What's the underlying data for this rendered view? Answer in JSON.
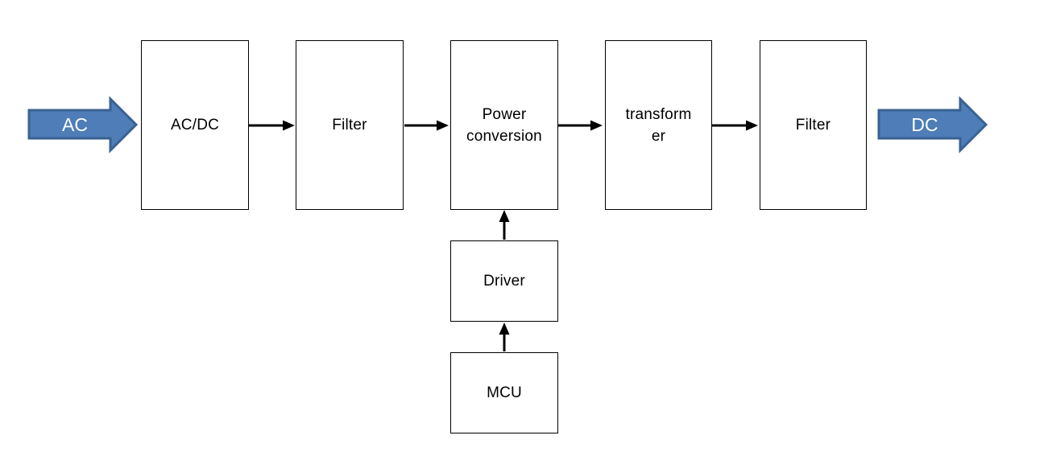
{
  "diagram": {
    "type": "block-diagram",
    "flow_blocks": [
      {
        "id": "ac-dc",
        "label": "AC/DC",
        "lines": [
          "AC/DC",
          ""
        ]
      },
      {
        "id": "filter-input",
        "label": "Filter",
        "lines": [
          "Filter",
          ""
        ]
      },
      {
        "id": "power-conversion",
        "label": "Power conversion",
        "lines": [
          "Power",
          "conversion"
        ]
      },
      {
        "id": "transformer",
        "label": "transformer",
        "lines": [
          "transform",
          "er"
        ]
      },
      {
        "id": "filter-output",
        "label": "Filter",
        "lines": [
          "Filter",
          ""
        ]
      }
    ],
    "control_blocks": [
      {
        "id": "driver",
        "label": "Driver",
        "lines": [
          "Driver"
        ]
      },
      {
        "id": "mcu",
        "label": "MCU",
        "lines": [
          "MCU"
        ]
      }
    ],
    "io_arrows": {
      "input": {
        "label": "AC"
      },
      "output": {
        "label": "DC"
      }
    },
    "colors": {
      "background": "#ffffff",
      "box_fill": "#ffffff",
      "box_border": "#000000",
      "connector": "#000000",
      "label_text": "#000000",
      "io_arrow_fill": "#4E7DB8",
      "io_arrow_border": "#3A6191",
      "io_arrow_text": "#ffffff"
    }
  }
}
